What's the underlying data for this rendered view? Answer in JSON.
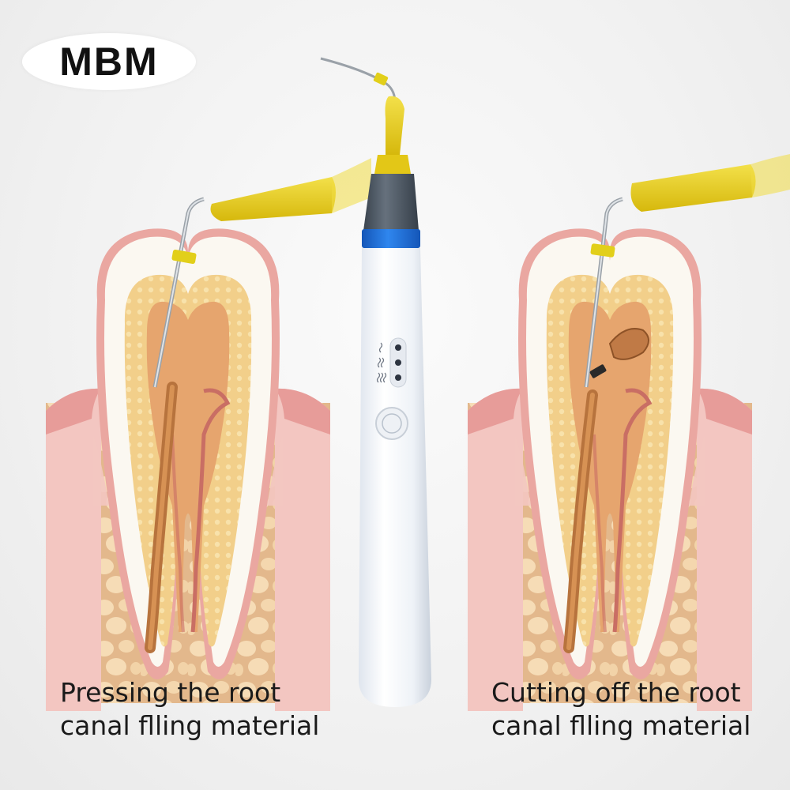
{
  "brand": {
    "logo_text": "MBM"
  },
  "panels": [
    {
      "caption_line1": "Pressing the root",
      "caption_line2": "canal flling material"
    },
    {
      "caption_line1": "Cutting off the root",
      "caption_line2": "canal flling material"
    }
  ],
  "device": {
    "indicator_icons": [
      "wave-single-icon",
      "wave-double-icon",
      "wave-triple-icon"
    ],
    "power_button_icon": "power-button-icon"
  },
  "colors": {
    "gum": "#f0b8b5",
    "bone": "#e8c29a",
    "bone_cell": "#f6deb9",
    "enamel": "#fbfaf6",
    "dentin": "#f3cf86",
    "pulp": "#e8a36b",
    "nerve": "#c96f66",
    "tip_yellow": "#ecd41c",
    "accent_blue": "#1a6fd6",
    "handpiece_grey": "#4b5662",
    "body_white": "#f4f6fa"
  }
}
